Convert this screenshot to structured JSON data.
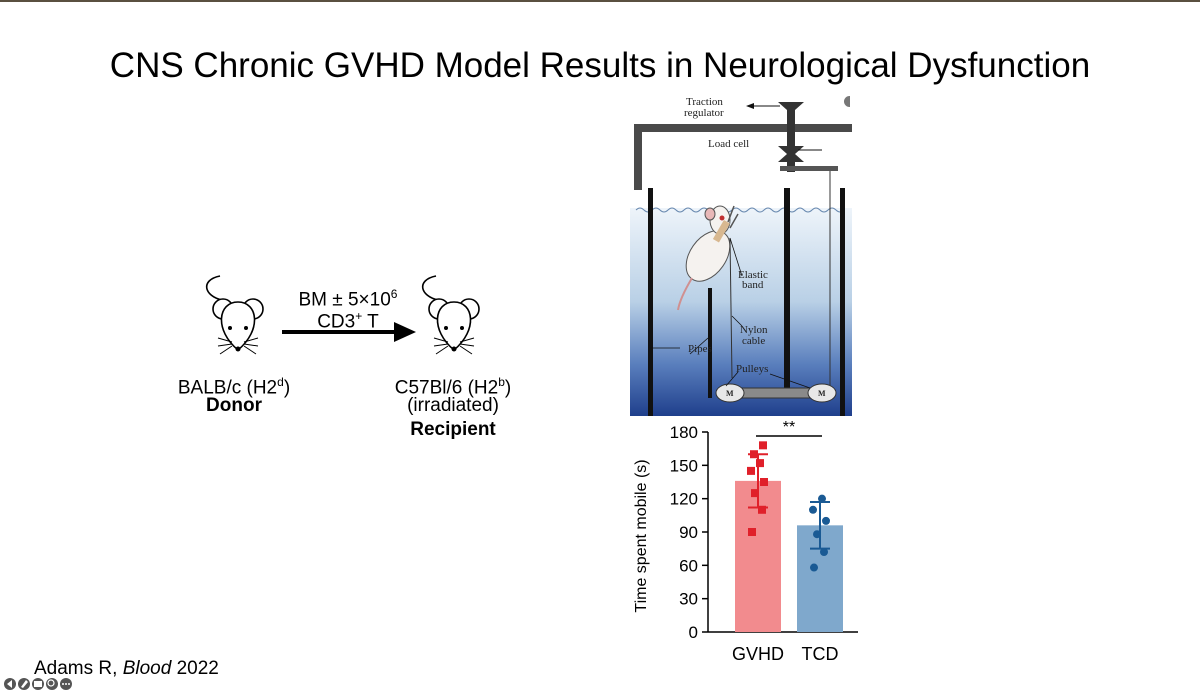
{
  "slide": {
    "title": "CNS Chronic GVHD Model Results in Neurological Dysfunction",
    "citation_author": "Adams R, ",
    "citation_journal": "Blood",
    "citation_year": " 2022"
  },
  "schematic": {
    "transfer_line1": "BM ± 5×10",
    "transfer_line1_sup": "6",
    "transfer_line2": "CD3",
    "transfer_line2_sup": "+",
    "transfer_line2_suffix": " T",
    "donor_strain": "BALB/c (H2",
    "donor_sup": "d",
    "donor_close": ")",
    "donor_role": "Donor",
    "recipient_strain": "C57Bl/6 (H2",
    "recipient_sup": "b",
    "recipient_close": ")",
    "recipient_condition": "(irradiated)",
    "recipient_role": "Recipient"
  },
  "apparatus": {
    "traction_label_1": "Traction",
    "traction_label_2": "regulator",
    "load_cell": "Load cell",
    "elastic_1": "Elastic",
    "elastic_2": "band",
    "nylon_1": "Nylon",
    "nylon_2": "cable",
    "pipes": "Pipes",
    "pulleys": "Pulleys",
    "pulley_mark": "M"
  },
  "chart_data": {
    "type": "bar",
    "ylabel": "Time spent mobile (s)",
    "ylim": [
      0,
      180
    ],
    "yticks": [
      "0",
      "30",
      "60",
      "90",
      "120",
      "150",
      "180"
    ],
    "categories": [
      "GVHD",
      "TCD"
    ],
    "values": [
      136,
      96
    ],
    "errors": [
      24,
      21
    ],
    "points": [
      [
        90,
        110,
        125,
        135,
        145,
        152,
        160,
        168
      ],
      [
        58,
        72,
        88,
        100,
        110,
        120
      ]
    ],
    "significance": "**",
    "colors": {
      "GVHD_bar": "#f28b8e",
      "GVHD_points": "#e0202a",
      "TCD_bar": "#7fa8cc",
      "TCD_points": "#1a5a94"
    }
  }
}
